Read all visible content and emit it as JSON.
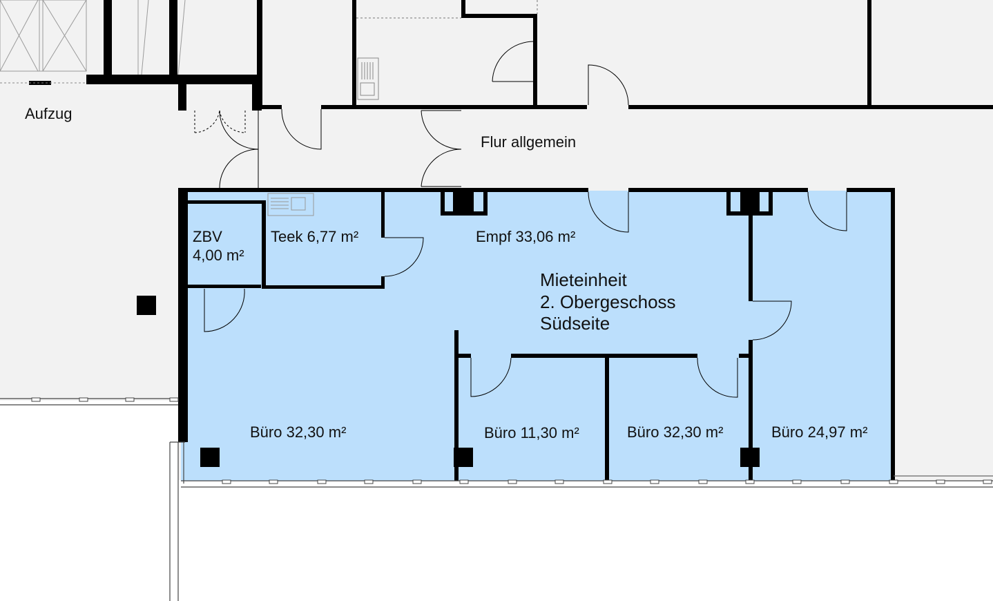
{
  "rooms": {
    "aufzug": "Aufzug",
    "flur": "Flur allgemein",
    "zbv": {
      "line1": "ZBV",
      "line2": "4,00 m²"
    },
    "teek": "Teek 6,77 m²",
    "empf": "Empf 33,06 m²",
    "unit": {
      "line1": "Mieteinheit",
      "line2": "2. Obergeschoss",
      "line3": "Südseite"
    },
    "buero1": "Büro 32,30 m²",
    "buero2": "Büro 11,30 m²",
    "buero3": "Büro 32,30 m²",
    "buero4": "Büro 24,97 m²"
  },
  "colors": {
    "unit_fill": "#bcdffc",
    "common_fill": "#f2f2f2",
    "wall": "#000000"
  }
}
